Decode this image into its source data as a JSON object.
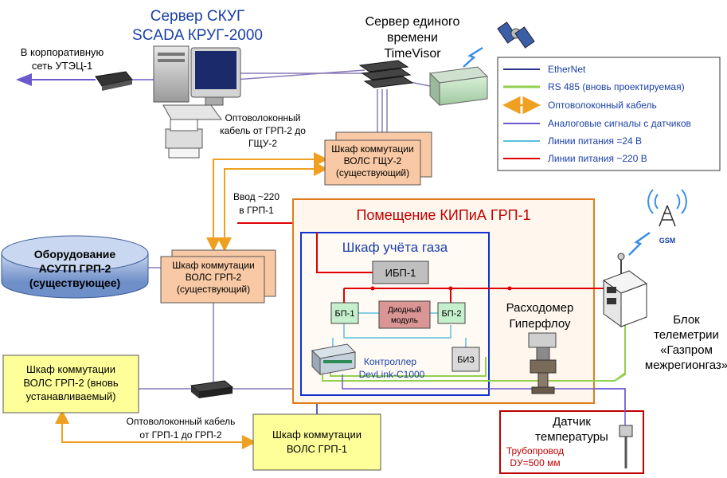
{
  "server": {
    "title_line1": "Сервер СКУГ",
    "title_line2": "SCADA КРУГ-2000"
  },
  "corporate_net": {
    "line1": "В корпоративную",
    "line2": "сеть УТЭЦ-1"
  },
  "time_server": {
    "line1": "Сервер единого",
    "line2": "времени",
    "line3": "TimeVisor"
  },
  "legend": [
    {
      "label": "EtherNet",
      "color": "#2b2b8c",
      "style": "line"
    },
    {
      "label": "RS 485 (вновь проектируемая)",
      "color": "#92d050",
      "style": "line"
    },
    {
      "label": "Оптоволоконный кабель",
      "color": "#f0a020",
      "style": "double-arrow"
    },
    {
      "label": "Аналоговые сигналы с датчиков",
      "color": "#6a5acd",
      "style": "line"
    },
    {
      "label": "Линии питания =24 В",
      "color": "#5bc0de",
      "style": "line"
    },
    {
      "label": "Линии питания ~220 В",
      "color": "#e00000",
      "style": "line"
    }
  ],
  "fiber_gshu2": {
    "line1": "Оптоволоконный",
    "line2": "кабель от ГРП-2 до",
    "line3": "ГЩУ-2"
  },
  "cabinet_gshu2": {
    "line1": "Шкаф коммутации",
    "line2": "ВОЛС ГЩУ-2",
    "line3": "(существующий)"
  },
  "power_input": {
    "line1": "Ввод ~220",
    "line2": "в ГРП-1"
  },
  "room": {
    "title": "Помещение КИПиА ГРП-1"
  },
  "gas_cabinet": {
    "title": "Шкаф учёта газа"
  },
  "ups": {
    "label": "ИБП-1"
  },
  "psu1": {
    "label": "БП-1"
  },
  "psu2": {
    "label": "БП-2"
  },
  "diode": {
    "line1": "Диодный",
    "line2": "модуль"
  },
  "controller": {
    "line1": "Контроллер",
    "line2": "DevLink-C1000"
  },
  "biz": {
    "label": "БИЗ"
  },
  "flowmeter": {
    "line1": "Расходомер",
    "line2": "Гиперфлоу"
  },
  "telemetry": {
    "line1": "Блок",
    "line2": "телеметрии",
    "line3": "«Газпром",
    "line4": "межрегионгаз»"
  },
  "gsm": {
    "label": "GSM"
  },
  "asutp": {
    "line1": "Оборудование",
    "line2": "АСУТП ГРП-2",
    "line3": "(существующее)"
  },
  "cabinet_grp2_exist": {
    "line1": "Шкаф коммутации",
    "line2": "ВОЛС ГРП-2",
    "line3": "(существующий)"
  },
  "cabinet_grp2_new": {
    "line1": "Шкаф коммутации",
    "line2": "ВОЛС ГРП-2 (вновь",
    "line3": "устанавливаемый)"
  },
  "fiber_grp1": {
    "line1": "Оптоволоконный кабель",
    "line2": "от ГРП-1 до ГРП-2"
  },
  "cabinet_grp1": {
    "line1": "Шкаф коммутации",
    "line2": "ВОЛС ГРП-1"
  },
  "temp_sensor": {
    "line1": "Датчик",
    "line2": "температуры",
    "pipe_line1": "Трубопровод",
    "pipe_line2": "DУ=500 мм"
  },
  "colors": {
    "ethernet": "#2b2b8c",
    "rs485": "#92d050",
    "fiber": "#f0a020",
    "analog": "#6a5acd",
    "dc24": "#5bc0de",
    "ac220": "#e00000",
    "cabinet_fill": "#f8c9a4",
    "yellow_fill": "#ffff99",
    "room_border": "#e07b1c",
    "gas_cabinet_border": "#1030d0",
    "blue_title": "#1a3fa8",
    "red_title": "#c00000"
  }
}
